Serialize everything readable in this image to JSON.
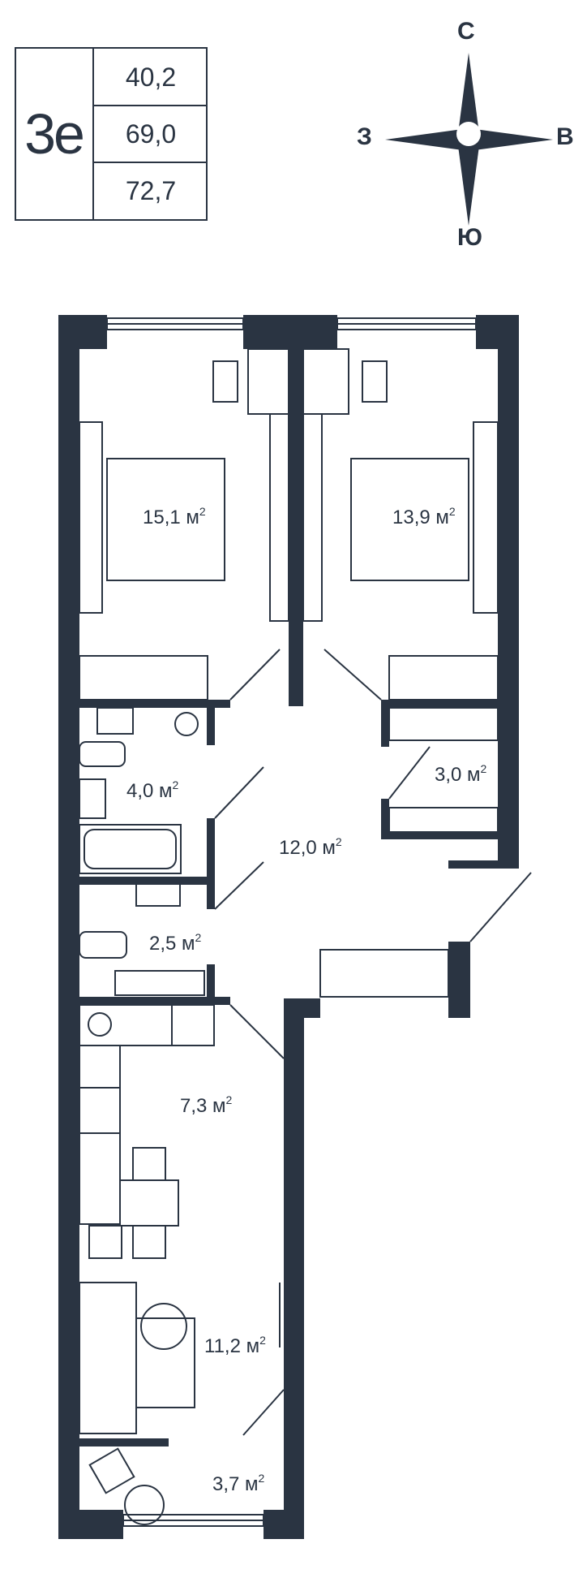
{
  "apartment": {
    "code": "3е",
    "areas": [
      "40,2",
      "69,0",
      "72,7"
    ]
  },
  "compass": {
    "north": "С",
    "south": "Ю",
    "west": "З",
    "east": "В"
  },
  "rooms": [
    {
      "id": "bedroom-left",
      "area": "15,1"
    },
    {
      "id": "bedroom-right",
      "area": "13,9"
    },
    {
      "id": "wardrobe",
      "area": "3,0"
    },
    {
      "id": "bathroom",
      "area": "4,0"
    },
    {
      "id": "hall",
      "area": "12,0"
    },
    {
      "id": "toilet",
      "area": "2,5"
    },
    {
      "id": "kitchen",
      "area": "7,3"
    },
    {
      "id": "living",
      "area": "11,2"
    },
    {
      "id": "balcony",
      "area": "3,7"
    }
  ],
  "unit": "м",
  "unit_sup": "2",
  "colors": {
    "wall": "#2a3442",
    "line": "#2a3442",
    "bg": "#ffffff"
  }
}
